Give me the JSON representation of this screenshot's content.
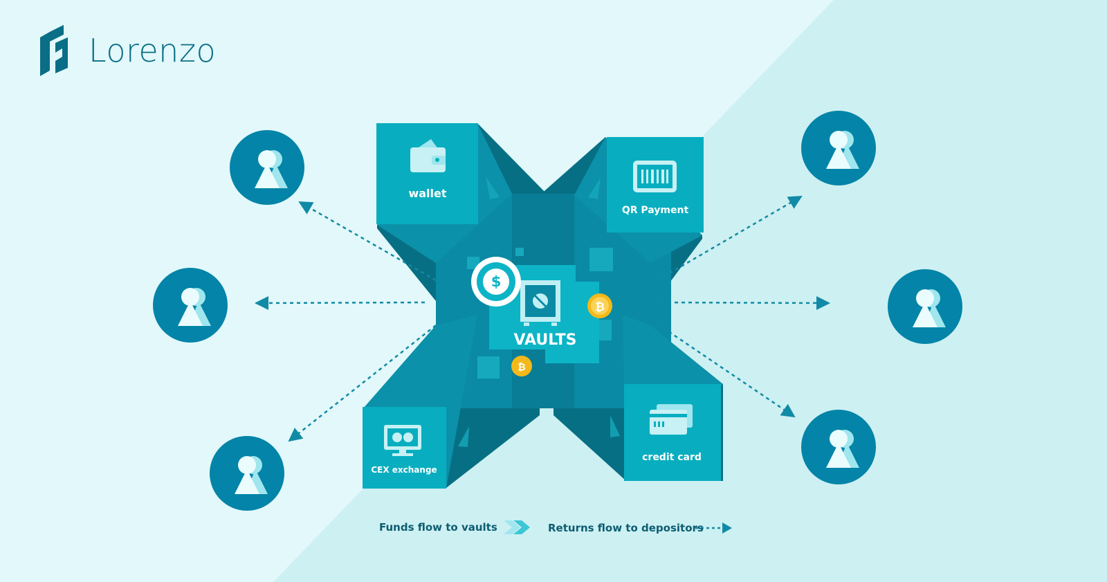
{
  "brand": {
    "name": "Lorenzo",
    "logo_icon": "lorenzo-logo-icon"
  },
  "center": {
    "label": "VAULTS"
  },
  "boxes": [
    {
      "id": "wallet",
      "label": "wallet",
      "icon": "wallet-icon"
    },
    {
      "id": "qr",
      "label": "QR Payment",
      "icon": "qr-payment-icon"
    },
    {
      "id": "cex",
      "label": "CEX exchange",
      "icon": "cex-exchange-icon"
    },
    {
      "id": "card",
      "label": "credit card",
      "icon": "credit-card-icon"
    }
  ],
  "depositors": {
    "count": 6,
    "icon": "user-icon"
  },
  "legend": {
    "funds_flow": "Funds flow to vaults",
    "returns_flow": "Returns flow to depositors"
  },
  "colors": {
    "background": "#e2f8fa",
    "background_alt": "#cdf0f2",
    "box": "#08aebf",
    "funnel": "#076f84",
    "funnel_light": "#0a8aa4",
    "circle": "#0384a8",
    "arrow": "#118aa6",
    "coin": "#f3b91b"
  }
}
